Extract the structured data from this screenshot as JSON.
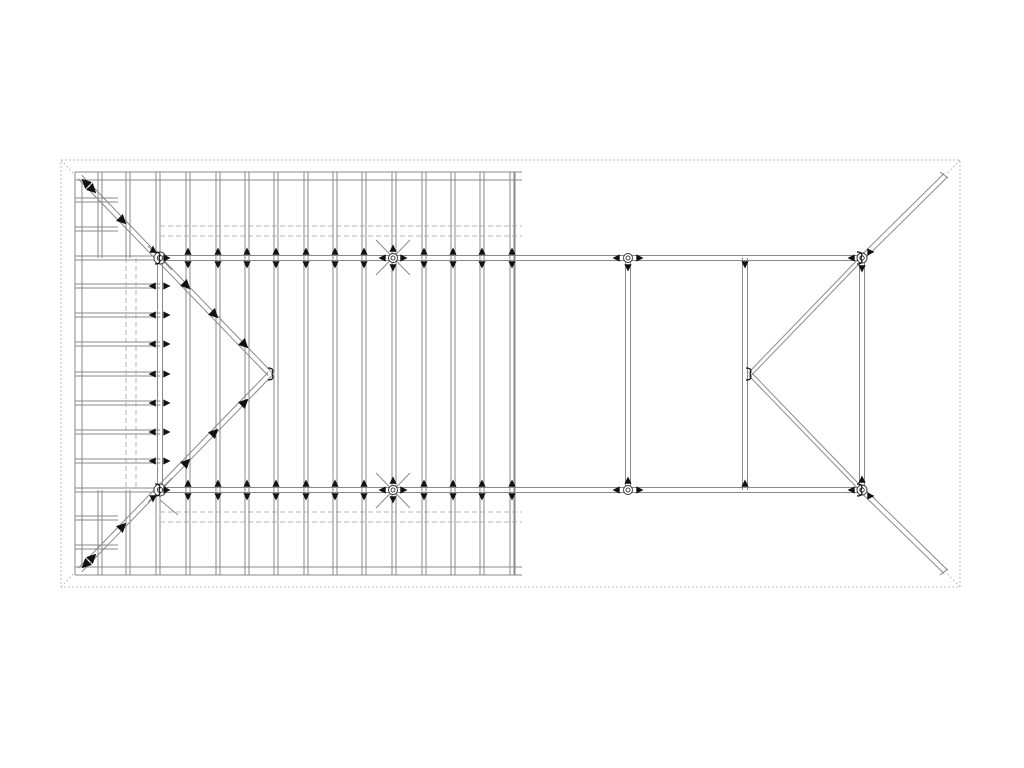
{
  "drawing": {
    "kind": "roof framing plan",
    "colors": {
      "background": "#ffffff",
      "member": "#6e6e6e",
      "marker": "#111111",
      "boundary": "#b0b0b0"
    },
    "symbols": [
      "bearing-arrow",
      "post",
      "hanger-mark"
    ]
  }
}
